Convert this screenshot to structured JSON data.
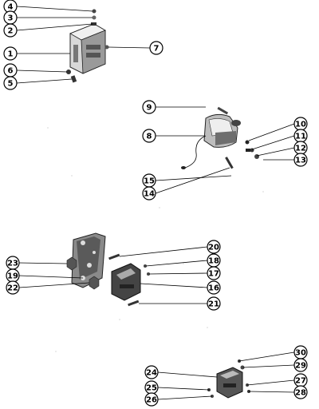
{
  "callouts": [
    {
      "id": "c4",
      "label": "4"
    },
    {
      "id": "c3",
      "label": "3"
    },
    {
      "id": "c2",
      "label": "2"
    },
    {
      "id": "c1",
      "label": "1"
    },
    {
      "id": "c6",
      "label": "6"
    },
    {
      "id": "c5",
      "label": "5"
    },
    {
      "id": "c7",
      "label": "7"
    },
    {
      "id": "c9",
      "label": "9"
    },
    {
      "id": "c8",
      "label": "8"
    },
    {
      "id": "c10",
      "label": "10"
    },
    {
      "id": "c11",
      "label": "11"
    },
    {
      "id": "c12",
      "label": "12"
    },
    {
      "id": "c13",
      "label": "13"
    },
    {
      "id": "c15",
      "label": "15"
    },
    {
      "id": "c14",
      "label": "14"
    },
    {
      "id": "c20",
      "label": "20"
    },
    {
      "id": "c23",
      "label": "23"
    },
    {
      "id": "c18",
      "label": "18"
    },
    {
      "id": "c19",
      "label": "19"
    },
    {
      "id": "c17",
      "label": "17"
    },
    {
      "id": "c22",
      "label": "22"
    },
    {
      "id": "c16",
      "label": "16"
    },
    {
      "id": "c21",
      "label": "21"
    },
    {
      "id": "c30",
      "label": "30"
    },
    {
      "id": "c24",
      "label": "24"
    },
    {
      "id": "c29",
      "label": "29"
    },
    {
      "id": "c27",
      "label": "27"
    },
    {
      "id": "c25",
      "label": "25"
    },
    {
      "id": "c28",
      "label": "28"
    },
    {
      "id": "c26",
      "label": "26"
    }
  ]
}
